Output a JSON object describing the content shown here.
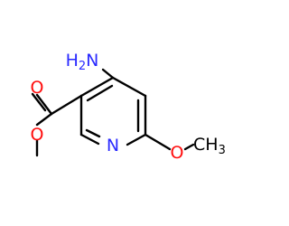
{
  "colors": {
    "carbon_bond": "#000000",
    "nitrogen": "#2a2aff",
    "oxygen": "#ff0d0d"
  },
  "labels": {
    "amino_h": "H",
    "amino_h_count": "2",
    "amino_n": "N",
    "ring_n": "N",
    "carbonyl_o": "O",
    "ester_o": "O",
    "methoxy_o": "O",
    "methoxy_c": "CH",
    "methoxy_h_count": "3"
  }
}
